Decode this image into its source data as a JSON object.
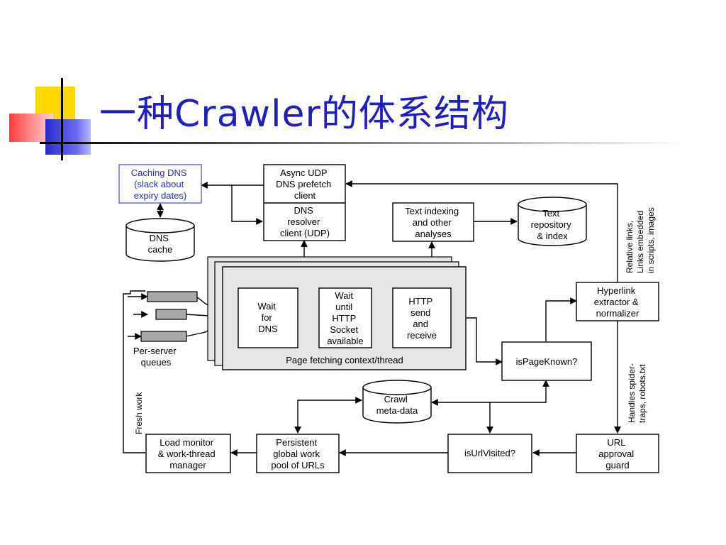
{
  "slide": {
    "title": "一种Crawler的体系结构"
  },
  "diagram": {
    "caching_dns": [
      "Caching DNS",
      "(slack about",
      "expiry dates)"
    ],
    "async_udp": [
      "Async UDP",
      "DNS prefetch",
      "client"
    ],
    "dns_resolver": [
      "DNS",
      "resolver",
      "client (UDP)"
    ],
    "dns_cache": [
      "DNS",
      "cache"
    ],
    "text_indexing": [
      "Text indexing",
      "and other",
      "analyses"
    ],
    "text_repository": [
      "Text",
      "repository",
      "& index"
    ],
    "rotated_links": [
      "Relative links,",
      "Links embedded",
      "in scripts, images"
    ],
    "hyperlink_extractor": [
      "Hyperlink",
      "extractor &",
      "normalizer"
    ],
    "wait_dns": [
      "Wait",
      "for",
      "DNS"
    ],
    "wait_socket": [
      "Wait",
      "until",
      "HTTP",
      "Socket",
      "available"
    ],
    "http_send": [
      "HTTP",
      "send",
      "and",
      "receive"
    ],
    "page_fetching": "Page fetching context/thread",
    "is_page_known": "isPageKnown?",
    "per_server": [
      "Per-server",
      "queues"
    ],
    "fresh_work": "Fresh work",
    "crawl_metadata": [
      "Crawl",
      "meta-data"
    ],
    "handles_spider": [
      "Handles spider-",
      "traps, robots.txt"
    ],
    "load_monitor": [
      "Load monitor",
      "& work-thread",
      "manager"
    ],
    "persistent_pool": [
      "Persistent",
      "global work",
      "pool of URLs"
    ],
    "is_url_visited": "isUrlVisited?",
    "url_approval": [
      "URL",
      "approval",
      "guard"
    ],
    "colors": {
      "title": "#1f1fbf",
      "caching_dns_border": "#6b6bd6",
      "queue_fill": "#a8a8a8",
      "thread_fill": "#e6e6e6"
    }
  }
}
